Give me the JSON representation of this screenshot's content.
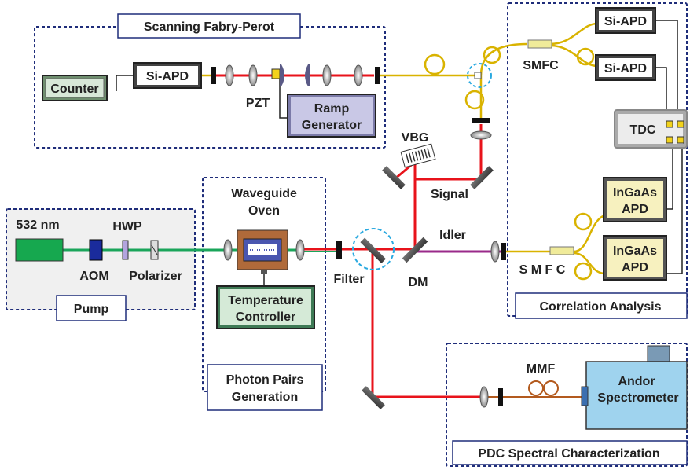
{
  "sections": {
    "scanning": "Scanning Fabry-Perot",
    "pump": "Pump",
    "generation_line1": "Photon Pairs",
    "generation_line2": "Generation",
    "correlation": "Correlation Analysis",
    "pdc": "PDC Spectral Characterization"
  },
  "devices": {
    "counter": "Counter",
    "siapd_fp": "Si-APD",
    "ramp_line1": "Ramp",
    "ramp_line2": "Generator",
    "siapd_1": "Si-APD",
    "siapd_2": "Si-APD",
    "tdc": "TDC",
    "ingaas1_line1": "InGaAs",
    "ingaas1_line2": "APD",
    "ingaas2_line1": "InGaAs",
    "ingaas2_line2": "APD",
    "temp_line1": "Temperature",
    "temp_line2": "Controller",
    "andor_line1": "Andor",
    "andor_line2": "Spectrometer"
  },
  "labels": {
    "pzt": "PZT",
    "smfc_top": "SMFC",
    "smfc_bottom": "S M F C",
    "vbg": "VBG",
    "signal": "Signal",
    "idler": "Idler",
    "dm": "DM",
    "filter": "Filter",
    "waveguide": "Waveguide",
    "oven": "Oven",
    "laser": "532 nm",
    "hwp": "HWP",
    "aom": "AOM",
    "polarizer": "Polarizer",
    "mmf": "MMF"
  },
  "colors": {
    "pump_beam": "#1aa55a",
    "red_beam": "#e8131b",
    "idler_beam": "#9a2a8a",
    "fiber": "#d9b300",
    "mmf_fiber": "#b35a1e",
    "box_dash": "#1f2d7a"
  }
}
